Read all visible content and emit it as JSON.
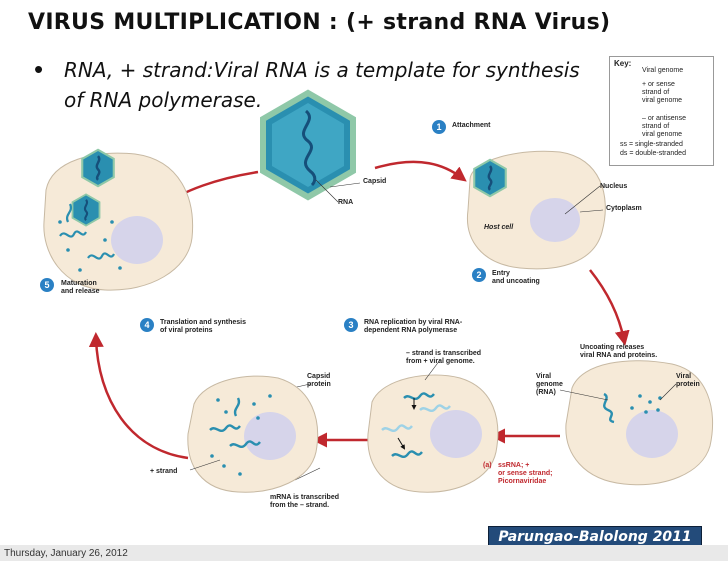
{
  "slide": {
    "title": "VIRUS MULTIPLICATION  : (+ strand RNA Virus)",
    "bullet": "•",
    "subtitle": "RNA, + strand:Viral RNA is a template for synthesis of RNA polymerase.",
    "credit": "Parungao-Balolong 2011",
    "date": "Thursday, January 26, 2012"
  },
  "key": {
    "title": "Key:",
    "items": [
      {
        "label": "Viral genome",
        "color": "#2a8fb0"
      },
      {
        "label": "+ or sense\nstrand of\nviral genome",
        "color": "#2a8fb0"
      },
      {
        "label": "– or antisense\nstrand of\nviral genome",
        "color": "#9ed2e6"
      }
    ],
    "ss_def": "ss = single-stranded",
    "ds_def": "ds = double-stranded"
  },
  "steps": [
    {
      "n": "1",
      "label": "Attachment"
    },
    {
      "n": "2",
      "label": "Entry\nand uncoating"
    },
    {
      "n": "3",
      "label": "RNA replication by viral RNA-\ndependent RNA polymerase"
    },
    {
      "n": "4",
      "label": "Translation and synthesis\nof viral proteins"
    },
    {
      "n": "5",
      "label": "Maturation\nand release"
    }
  ],
  "labels": {
    "capsid": "Capsid",
    "rna": "RNA",
    "nucleus": "Nucleus",
    "cytoplasm": "Cytoplasm",
    "host_cell": "Host cell",
    "uncoating": "Uncoating releases\nviral RNA and proteins.",
    "viral_genome": "Viral\ngenome\n(RNA)",
    "viral_protein": "Viral\nprotein",
    "minus_strand": "– strand is transcribed\nfrom + viral genome.",
    "capsid_protein": "Capsid\nprotein",
    "plus_strand": "+ strand",
    "mrna": "mRNA is transcribed\nfrom the – strand.",
    "panel_a": "(a)",
    "ssrna": "ssRNA; +\nor sense strand;\nPicornaviridae"
  },
  "colors": {
    "accent_blue": "#2a80c4",
    "arrow_red": "#c0282e",
    "cell_fill": "#f6ead8",
    "nucleus_fill": "#d6d4ea",
    "virus_teal": "#2a8fb0",
    "credit_bg": "#234b7a"
  }
}
